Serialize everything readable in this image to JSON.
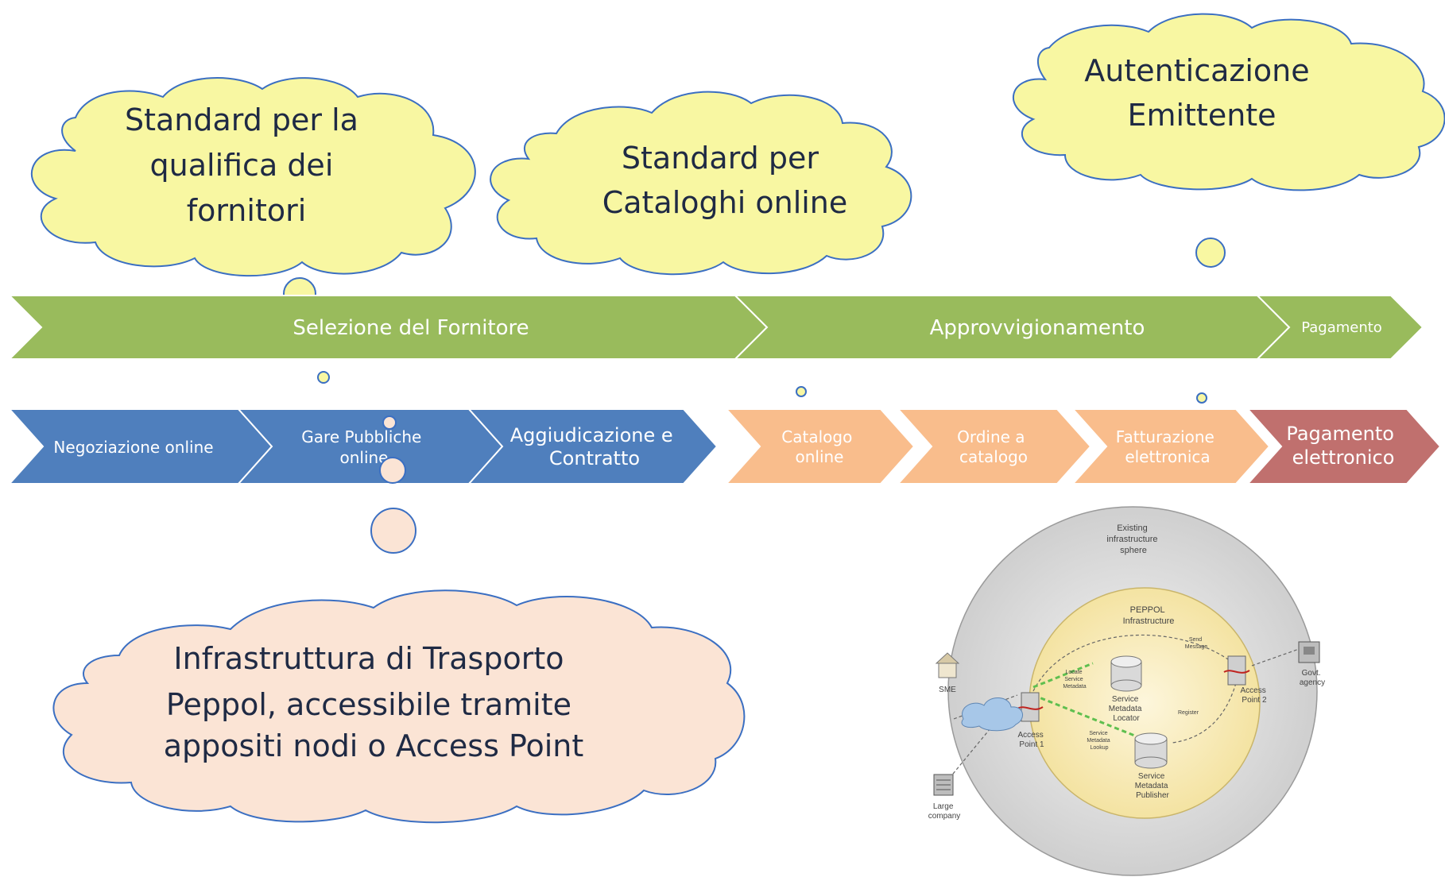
{
  "clouds": {
    "qualifica": [
      "Standard per la",
      "qualifica dei",
      "fornitori"
    ],
    "cataloghi": [
      "Standard per",
      "Cataloghi online"
    ],
    "autenticazione": [
      "Autenticazione",
      "Emittente"
    ],
    "infrastruttura": [
      "Infrastruttura di Trasporto",
      "Peppol, accessibile tramite",
      "appositi nodi o Access Point"
    ]
  },
  "phases": [
    "Selezione del Fornitore",
    "Approvvigionamento",
    "Pagamento"
  ],
  "steps": {
    "negoziazione": [
      "Negoziazione online"
    ],
    "gare": [
      "Gare Pubbliche",
      "online"
    ],
    "aggiudicazione": [
      "Aggiudicazione e",
      "Contratto"
    ],
    "catalogo": [
      "Catalogo",
      "online"
    ],
    "ordine": [
      "Ordine a",
      "catalogo"
    ],
    "fatturazione": [
      "Fatturazione",
      "elettronica"
    ],
    "pagamento": [
      "Pagamento",
      "elettronico"
    ]
  },
  "diagram": {
    "outer_label": [
      "Existing",
      "infrastructure",
      "sphere"
    ],
    "inner_label": [
      "PEPPOL",
      "Infrastructure"
    ],
    "smp": [
      "Service",
      "Metadata",
      "Publisher"
    ],
    "sml": [
      "Service",
      "Metadata",
      "Locator"
    ],
    "ap1": [
      "Access",
      "Point 1"
    ],
    "ap2": [
      "Access",
      "Point 2"
    ],
    "sme": "SME",
    "large": [
      "Large",
      "company"
    ],
    "govt": [
      "Govt.",
      "agency"
    ],
    "send": [
      "Send",
      "Message"
    ],
    "locate": [
      "Locate",
      "Service",
      "Metadata"
    ],
    "register": "Register",
    "lookup": [
      "Service",
      "Metadata",
      "Lookup"
    ]
  },
  "colors": {
    "cloud_yellow": "#f8f7a2",
    "cloud_peach": "#fbe4d5",
    "cloud_stroke": "#3b6fc2",
    "phase_green": "#99bb5c",
    "step_blue": "#4f7fbd",
    "step_orange": "#f9bd8c",
    "step_red": "#c0706e"
  }
}
